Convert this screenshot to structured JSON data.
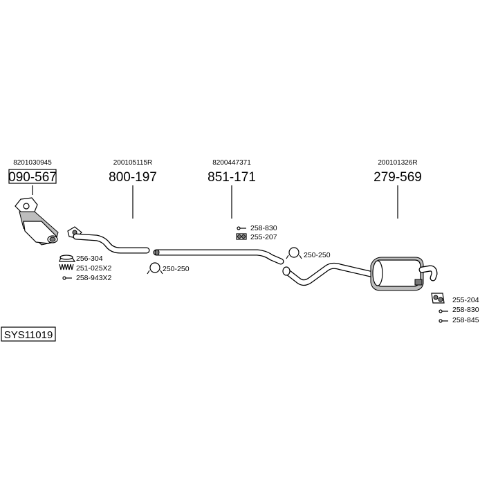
{
  "system_code": "SYS11019",
  "parts": [
    {
      "oem": "8201030945",
      "number": "090-567"
    },
    {
      "oem": "200105115R",
      "number": "800-197"
    },
    {
      "oem": "8200447371",
      "number": "851-171"
    },
    {
      "oem": "200101326R",
      "number": "279-569"
    }
  ],
  "accessories": {
    "catalyst": [
      "256-304",
      "251-025X2",
      "258-943X2"
    ],
    "front_pipe_clamp": "250-250",
    "mid_pipe_parts": [
      "258-830",
      "255-207"
    ],
    "mid_pipe_clamp": "250-250",
    "rear_parts": [
      "255-204",
      "258-830",
      "258-845"
    ]
  }
}
